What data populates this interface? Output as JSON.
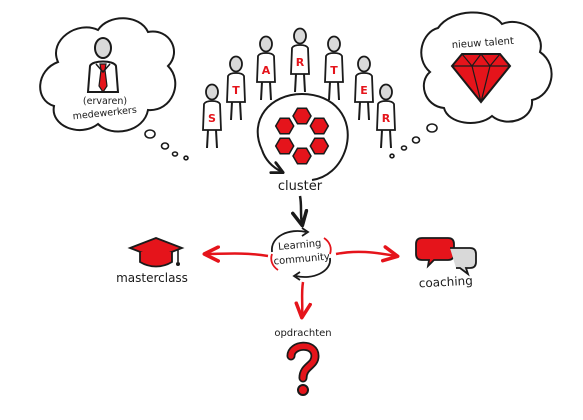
{
  "colors": {
    "accent": "#e5141b",
    "ink": "#1a1a1a",
    "shade": "#d9d9d9",
    "background": "#ffffff"
  },
  "thought_left": {
    "label_line1": "(ervaren)",
    "label_line2": "medewerkers",
    "icon": "employee-with-tie-icon"
  },
  "thought_right": {
    "label": "nieuw talent",
    "icon": "diamond-icon"
  },
  "team": {
    "shirt_letters": [
      "S",
      "T",
      "A",
      "R",
      "T",
      "E",
      "R"
    ]
  },
  "cluster": {
    "label": "cluster",
    "icon": "cluster-hexagon-icon"
  },
  "learning_community": {
    "label_line1": "Learning",
    "label_line2": "community",
    "icon": "cycle-arrows-icon"
  },
  "masterclass": {
    "label": "masterclass",
    "icon": "graduation-cap-icon"
  },
  "coaching": {
    "label": "coaching",
    "icon": "speech-bubbles-icon"
  },
  "opdrachten": {
    "label": "opdrachten",
    "icon": "question-mark-icon"
  }
}
